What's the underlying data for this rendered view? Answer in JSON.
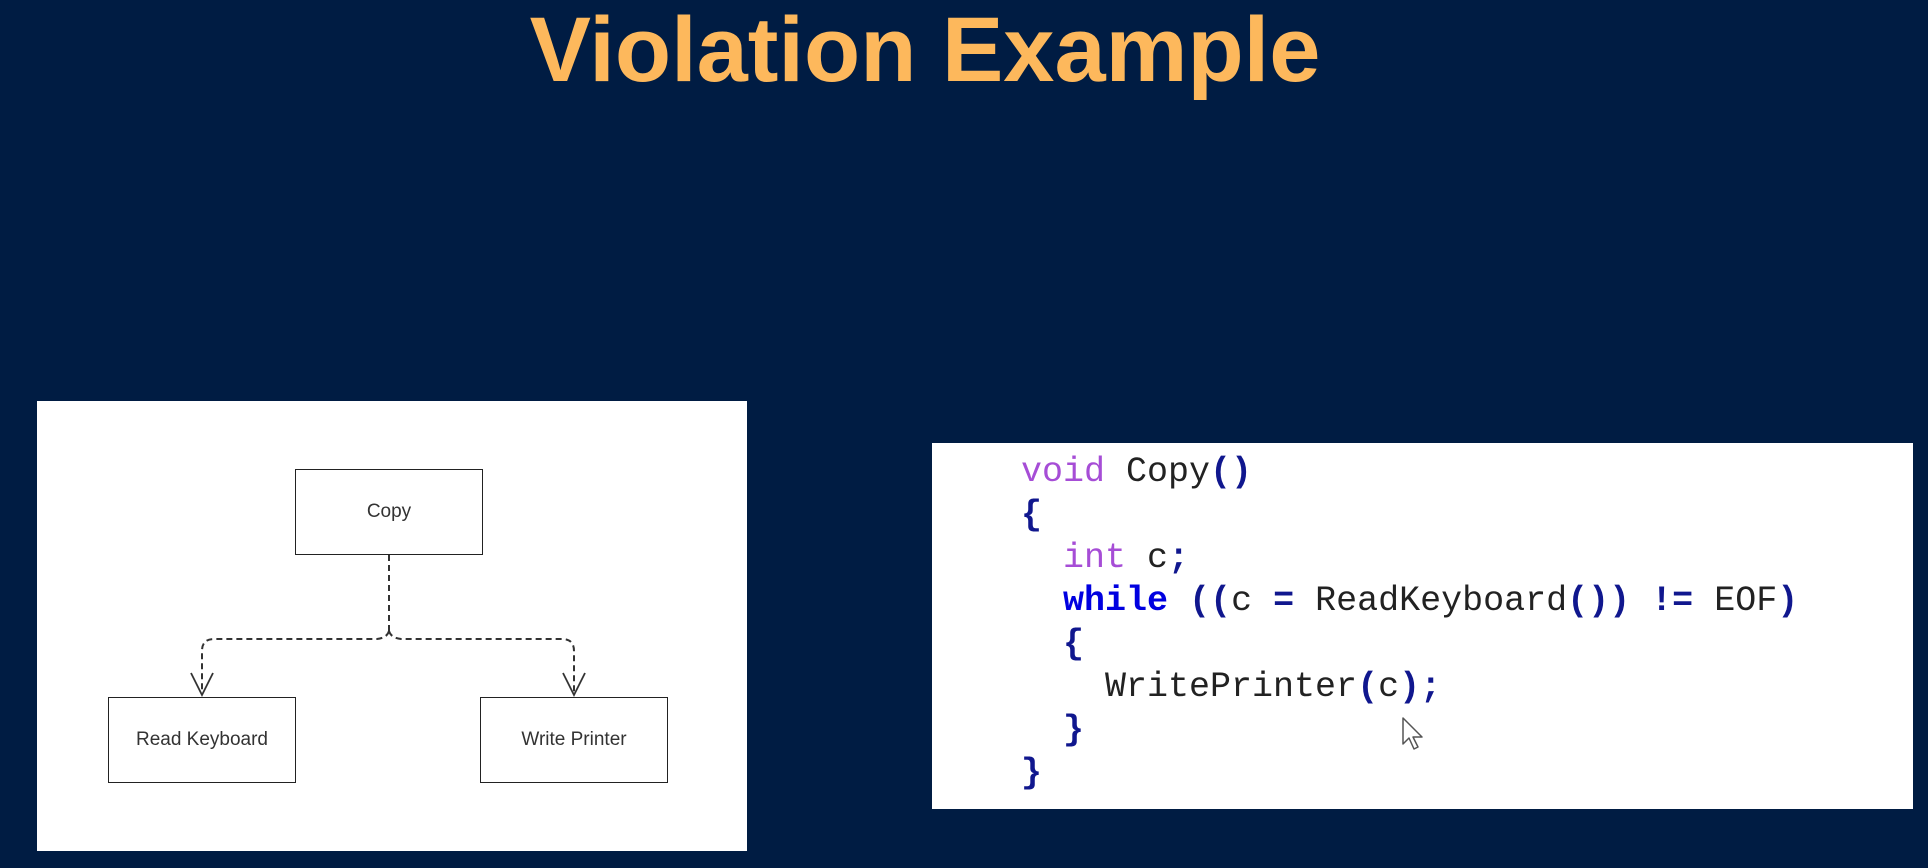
{
  "slide": {
    "title": "Violation Example"
  },
  "diagram": {
    "boxes": {
      "copy": "Copy",
      "read_keyboard": "Read Keyboard",
      "write_printer": "Write Printer"
    }
  },
  "code": {
    "line1": {
      "kw": "void",
      "name": " Copy",
      "punc": "()"
    },
    "line2": {
      "punc": "{"
    },
    "line3": {
      "kw": "int",
      "rest": " c",
      "punc": ";"
    },
    "line4": {
      "kw": "while",
      "p1": " ((",
      "t1": "c ",
      "p2": "=",
      "t2": " ReadKeyboard",
      "p3": "())",
      "t3": " ",
      "p4": "!=",
      "t4": " EOF",
      "p5": ")"
    },
    "line5": {
      "punc": "{"
    },
    "line6": {
      "name": "WritePrinter",
      "p1": "(",
      "arg": "c",
      "p2": ");"
    },
    "line7": {
      "punc": "}"
    },
    "line8": {
      "punc": "}"
    }
  },
  "colors": {
    "background": "#001c43",
    "title": "#fdb85c",
    "type_keyword": "#a64dd6",
    "control_keyword": "#0000e0",
    "punctuation": "#10178e"
  },
  "icons": {
    "mouse_pointer": "mouse-pointer-icon"
  }
}
